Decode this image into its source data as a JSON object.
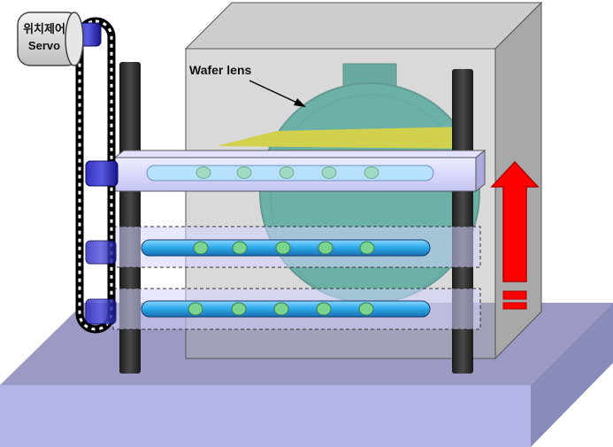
{
  "labels": {
    "servo_line1": "위치제어",
    "servo_line2": "Servo",
    "wafer_lens": "Wafer lens"
  },
  "colors": {
    "base_top": "#9a9ac4",
    "base_front": "#b4b4e6",
    "base_side": "#8a8ab8",
    "box_front": "rgba(170,170,170,0.78)",
    "box_top": "#cdcdcd",
    "box_side": "#a8a8a8",
    "lens": "#3ab7a4",
    "beam": "#f0f000",
    "bar_fill": "#d4d4ff",
    "tube": "#40b8f0",
    "bead": "#7ad490",
    "post": "#2b2b2b",
    "arrow": "#ff0000",
    "roller": "#1a1a9a"
  },
  "icons": {
    "servo": "servo-motor-cylinder-icon",
    "direction": "up-arrow-icon"
  }
}
